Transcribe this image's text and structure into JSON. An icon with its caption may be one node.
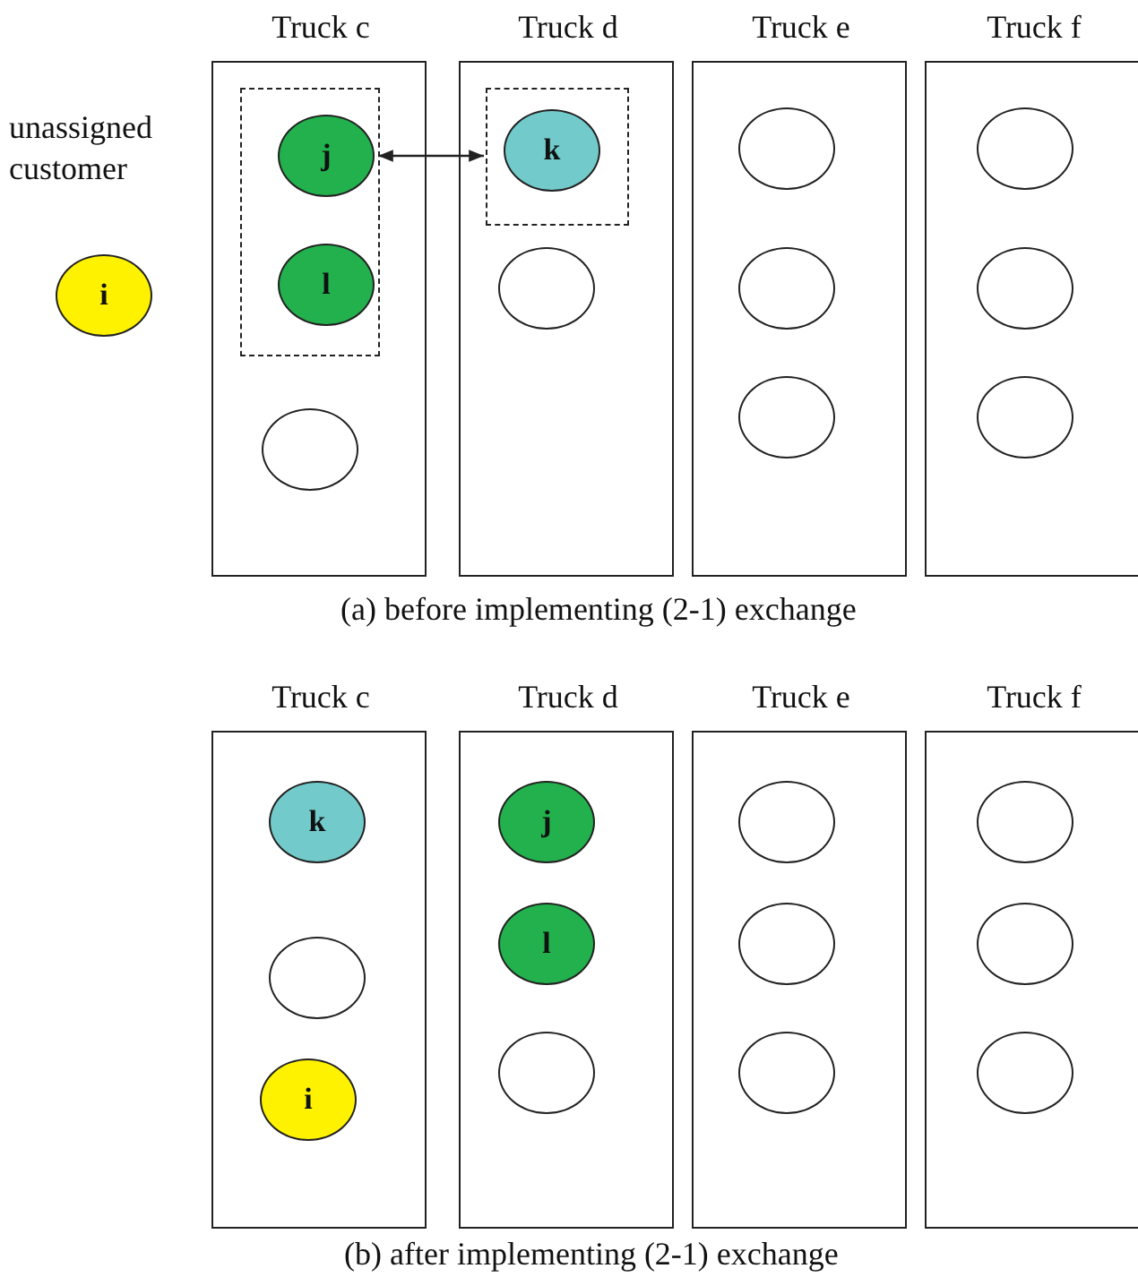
{
  "diagram": {
    "nodes": [
      {
        "text": [
          "i"
        ],
        "beside": [
          "unassigned customer"
        ]
      },
      {
        "text": [
          "Truck c"
        ]
      },
      {
        "text": [],
        "shape": "box",
        "in": 1
      },
      {
        "text": [
          "j"
        ],
        "in": 2
      },
      {
        "text": [
          "l"
        ],
        "in": 2
      },
      {
        "text": [],
        "shape": "circle",
        "in": 1
      },
      {
        "text": [
          "Truck d"
        ]
      },
      {
        "text": [],
        "shape": "box",
        "in": 6
      },
      {
        "text": [
          "k"
        ],
        "in": 7
      },
      {
        "text": [],
        "shape": "circle",
        "in": 6
      },
      {
        "text": [
          "Truck e"
        ]
      },
      {
        "text": [],
        "shape": "circle",
        "in": 10
      },
      {
        "text": [],
        "shape": "circle",
        "in": 10
      },
      {
        "text": [],
        "shape": "circle",
        "in": 10
      },
      {
        "text": [
          "Truck f"
        ]
      },
      {
        "text": [],
        "shape": "circle",
        "in": 14
      },
      {
        "text": [],
        "shape": "circle",
        "in": 14
      },
      {
        "text": [],
        "shape": "circle",
        "in": 14
      },
      {
        "text": [
          "Truck c"
        ]
      },
      {
        "text": [
          "k"
        ],
        "in": 18
      },
      {
        "text": [],
        "shape": "circle",
        "in": 18
      },
      {
        "text": [
          "i"
        ],
        "in": 18
      },
      {
        "text": [
          "Truck d"
        ]
      },
      {
        "text": [
          "j"
        ],
        "in": 22
      },
      {
        "text": [
          "l"
        ],
        "in": 22
      },
      {
        "text": [],
        "shape": "circle",
        "in": 22
      },
      {
        "text": [
          "Truck e"
        ]
      },
      {
        "text": [],
        "shape": "circle",
        "in": 26
      },
      {
        "text": [],
        "shape": "circle",
        "in": 26
      },
      {
        "text": [],
        "shape": "circle",
        "in": 26
      },
      {
        "text": [
          "Truck f"
        ]
      },
      {
        "text": [],
        "shape": "circle",
        "in": 30
      },
      {
        "text": [],
        "shape": "circle",
        "in": 30
      },
      {
        "text": [],
        "shape": "circle",
        "in": 30
      }
    ],
    "edges": [
      {
        "from": 2,
        "to": 7,
        "arrow": "both"
      }
    ],
    "labels": [
      "(a) before implementing (2-1) exchange",
      "(b) after implementing (2-1) exchange"
    ]
  }
}
